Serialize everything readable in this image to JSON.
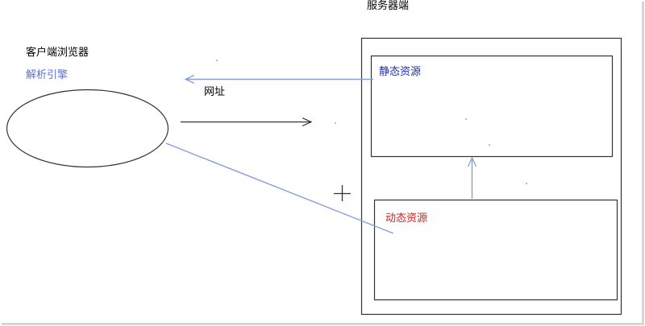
{
  "diagram": {
    "labels": {
      "server": "服务器端",
      "client_browser": "客户端浏览器",
      "parse_engine": "解析引擎",
      "url": "网址",
      "static_resource": "静态资源",
      "dynamic_resource": "动态资源"
    },
    "colors": {
      "text_default": "#000000",
      "parse_engine": "#5b6fd1",
      "static_resource": "#1a2fb8",
      "dynamic_resource": "#d41c1c",
      "arrow_blue": "#8a9fd6",
      "stroke_dark": "#333333",
      "frame_shadow": "#bbbbbb"
    }
  }
}
